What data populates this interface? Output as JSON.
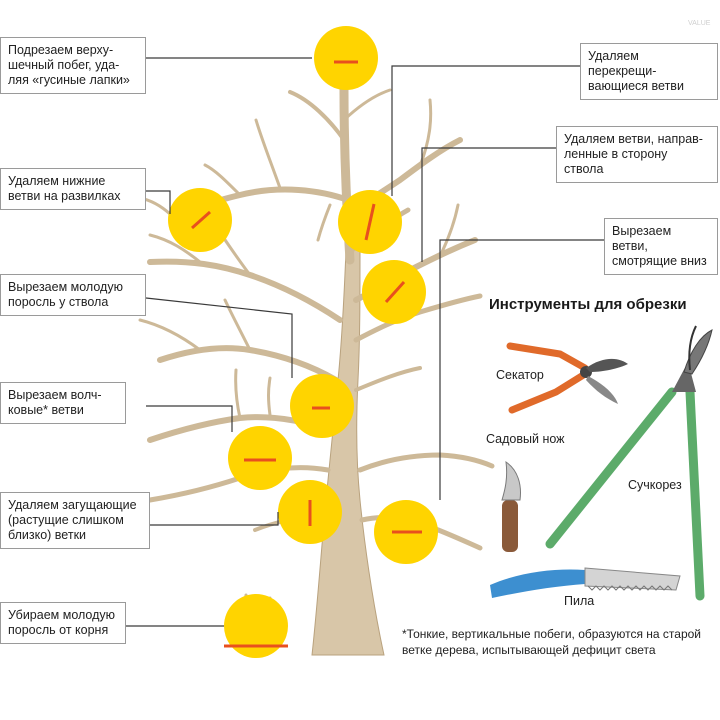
{
  "colors": {
    "trunk": "#d8c6a8",
    "trunk_stroke": "#b9a27e",
    "highlight": "#ffd400",
    "cut_mark": "#e8501e",
    "leader_line": "#3a3a3a",
    "label_border": "#9a9a9a",
    "pruner_handle": "#e06a2a",
    "lopper_handle": "#5cab6a",
    "saw_handle": "#3d8fd0",
    "knife_handle": "#8a5a3a"
  },
  "watermark": "VALUE",
  "labels": [
    {
      "id": "top-shoot",
      "text": "Подрезаем верху-\nшечный побег, уда-\nляя «гусиные лапки»"
    },
    {
      "id": "lower-branches",
      "text": "Удаляем нижние\nветви на развилках"
    },
    {
      "id": "young-growth-trunk",
      "text": "Вырезаем молодую\nпоросль у ствола"
    },
    {
      "id": "water-sprouts",
      "text": "Вырезаем волч-\nковые* ветви"
    },
    {
      "id": "thickening",
      "text": "Удаляем загущающие\n(растущие слишком\nблизко) ветки"
    },
    {
      "id": "root-growth",
      "text": "Убираем молодую\nпоросль от корня"
    },
    {
      "id": "crossing",
      "text": "Удаляем перекрещи-\nвающиеся ветви"
    },
    {
      "id": "towards-trunk",
      "text": "Удаляем ветви, направ-\nленные в сторону ствола"
    },
    {
      "id": "downward",
      "text": "Вырезаем ветви,\nсмотрящие вниз"
    }
  ],
  "tools": {
    "title": "Инструменты для обрезки",
    "pruner": "Секатор",
    "knife": "Садовый нож",
    "lopper": "Сучкорез",
    "saw": "Пила"
  },
  "footnote": "*Тонкие, вертикальные побеги, образуются на старой\nветке дерева, испытывающей дефицит света"
}
